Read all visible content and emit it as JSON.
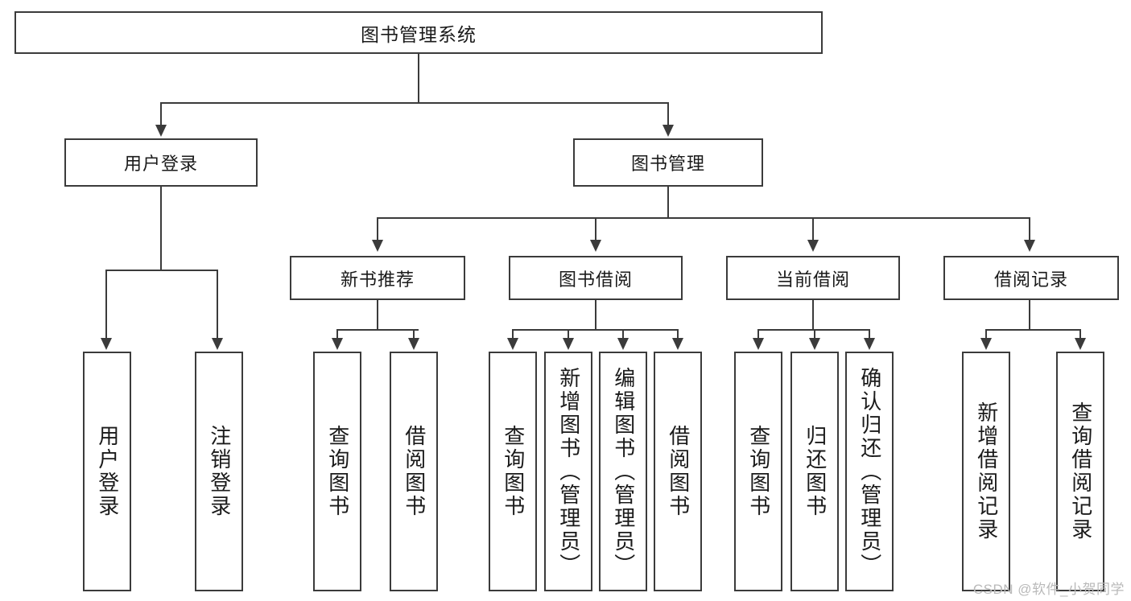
{
  "diagram": {
    "type": "tree-hierarchy",
    "title": "图书管理系统",
    "watermark": "CSDN @软件_小贺同学",
    "colors": {
      "stroke": "#3b3b3b",
      "background": "#ffffff",
      "text": "#1a1a1a",
      "watermark": "#b9b9b9"
    },
    "root": {
      "label": "图书管理系统"
    },
    "level2": [
      {
        "label": "用户登录"
      },
      {
        "label": "图书管理"
      }
    ],
    "level3": [
      {
        "label": "新书推荐"
      },
      {
        "label": "图书借阅"
      },
      {
        "label": "当前借阅"
      },
      {
        "label": "借阅记录"
      }
    ],
    "leaves": {
      "user_login": [
        {
          "label": "用户登录"
        },
        {
          "label": "注销登录"
        }
      ],
      "new_book_recommend": [
        {
          "label": "查询图书"
        },
        {
          "label": "借阅图书"
        }
      ],
      "book_borrow": [
        {
          "label": "查询图书"
        },
        {
          "label": "新增图书（管理员）"
        },
        {
          "label": "编辑图书（管理员）"
        },
        {
          "label": "借阅图书"
        }
      ],
      "current_borrow": [
        {
          "label": "查询图书"
        },
        {
          "label": "归还图书"
        },
        {
          "label": "确认归还（管理员）"
        }
      ],
      "borrow_record": [
        {
          "label": "新增借阅记录"
        },
        {
          "label": "查询借阅记录"
        }
      ]
    }
  }
}
